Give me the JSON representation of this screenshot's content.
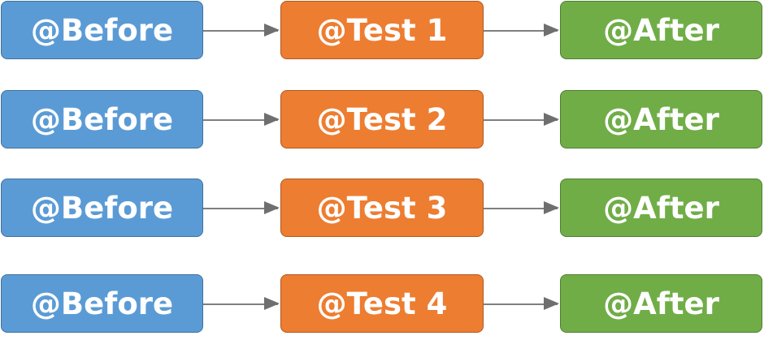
{
  "diagram": {
    "rows": [
      {
        "before": "@Before",
        "test": "@Test 1",
        "after": "@After"
      },
      {
        "before": "@Before",
        "test": "@Test 2",
        "after": "@After"
      },
      {
        "before": "@Before",
        "test": "@Test 3",
        "after": "@After"
      },
      {
        "before": "@Before",
        "test": "@Test 4",
        "after": "@After"
      }
    ],
    "colors": {
      "before": "#5b9bd5",
      "test": "#ed7d31",
      "after": "#70ad47",
      "arrow": "#7f7f7f"
    }
  }
}
